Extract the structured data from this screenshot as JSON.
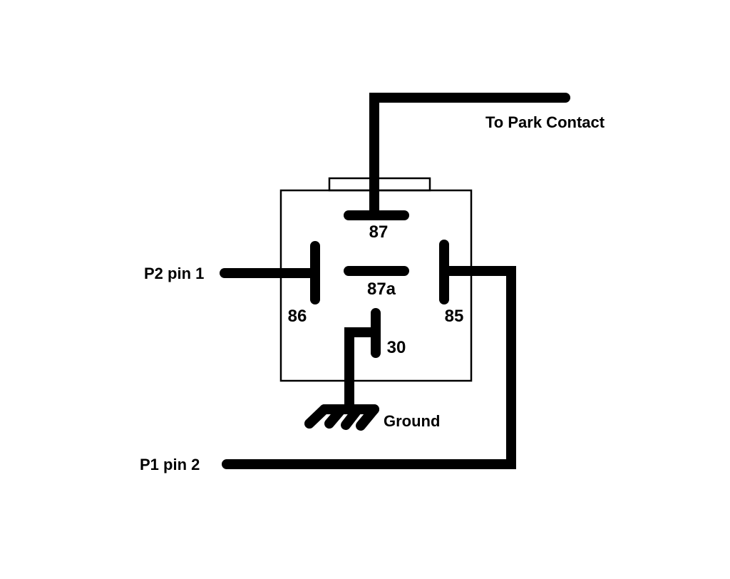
{
  "colors": {
    "background": "#ffffff",
    "ink": "#000000"
  },
  "relay": {
    "pins": {
      "p87": "87",
      "p87a": "87a",
      "p86": "86",
      "p85": "85",
      "p30": "30"
    }
  },
  "labels": {
    "park_contact": "To Park Contact",
    "p2_pin1": "P2 pin 1",
    "p1_pin2": "P1 pin 2",
    "ground": "Ground"
  }
}
